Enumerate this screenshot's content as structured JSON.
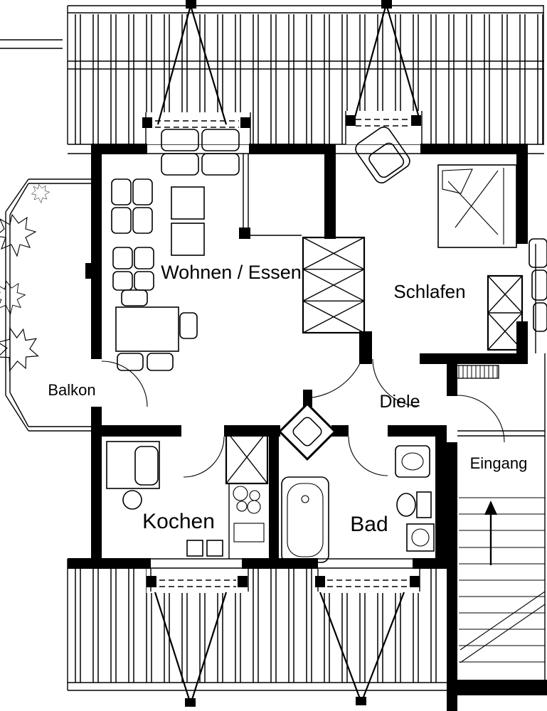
{
  "rooms": {
    "wohnen_essen": "Wohnen / Essen",
    "schlafen": "Schlafen",
    "balkon": "Balkon",
    "diele": "Diele",
    "eingang": "Eingang",
    "kochen": "Kochen",
    "bad": "Bad"
  },
  "colors": {
    "ink": "#000000",
    "paper": "#ffffff"
  }
}
